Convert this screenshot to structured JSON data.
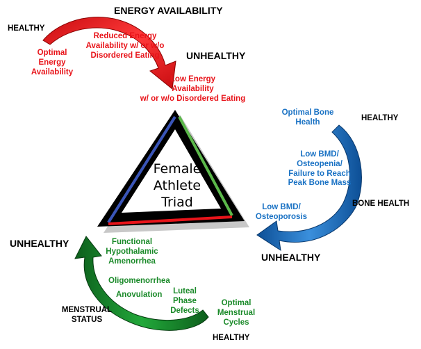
{
  "center": {
    "line1": "Female",
    "line2": "Athlete",
    "line3": "Triad"
  },
  "energy": {
    "title": "ENERGY AVAILABILITY",
    "healthy": "HEALTHY",
    "unhealthy": "UNHEALTHY",
    "optimal": "Optimal\nEnergy\nAvailability",
    "reduced": "Reduced Energy\nAvailability w/ or w/o\nDisordered Eating",
    "low": "Low Energy\nAvailability\nw/ or w/o Disordered Eating",
    "color": "#e8141a"
  },
  "bone": {
    "title": "BONE HEALTH",
    "healthy": "HEALTHY",
    "unhealthy": "UNHEALTHY",
    "optimal": "Optimal Bone\nHealth",
    "low_bmd": "Low BMD/\nOsteopenia/\nFailure to Reach\nPeak Bone Mass",
    "osteoporosis": "Low BMD/\nOsteoporosis",
    "color": "#1a72c4"
  },
  "menstrual": {
    "title": "MENSTRUAL\nSTATUS",
    "healthy": "HEALTHY",
    "unhealthy": "UNHEALTHY",
    "optimal": "Optimal\nMenstrual\nCycles",
    "luteal": "Luteal\nPhase\nDefects",
    "anovulation": "Anovulation",
    "oligomenorrhea": "Oligomenorrhea",
    "amenorrhea": "Functional\nHypothalamic\nAmenorrhea",
    "color": "#1b8a2a"
  },
  "triangle": {
    "left_edge": "#3a55b8",
    "right_edge": "#5bb84a",
    "base_edge": "#e8141a"
  }
}
